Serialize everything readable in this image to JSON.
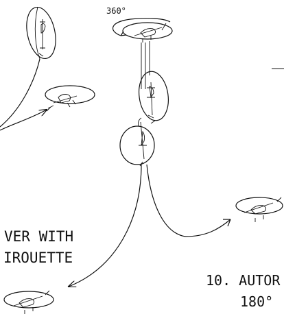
{
  "maneuver_left": {
    "line1": "VER WITH",
    "line2": "IROUETTE"
  },
  "maneuver_right": {
    "line1": "10. AUTOR",
    "line2": "180°"
  },
  "rotation_label": "360°"
}
